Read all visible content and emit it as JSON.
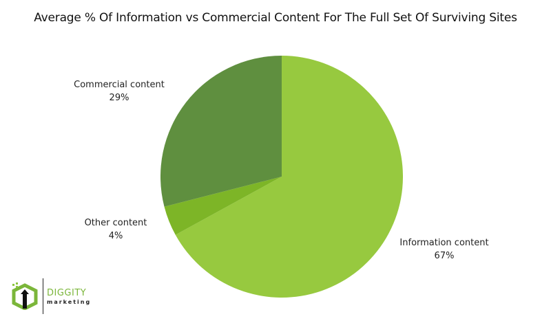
{
  "chart_data": {
    "type": "pie",
    "title": "Average % Of Information vs Commercial Content For The Full Set Of Surviving Sites",
    "start_angle": "top, clockwise",
    "slices": [
      {
        "label": "Information content",
        "value": 67,
        "display": "67%",
        "color": "#97C93F"
      },
      {
        "label": "Other content",
        "value": 4,
        "display": "4%",
        "color": "#7DB527"
      },
      {
        "label": "Commercial content",
        "value": 29,
        "display": "29%",
        "color": "#5F8F3F"
      }
    ],
    "legend": "none (direct labels)"
  },
  "logo": {
    "brand": "DIGGITY",
    "sub": "marketing"
  }
}
